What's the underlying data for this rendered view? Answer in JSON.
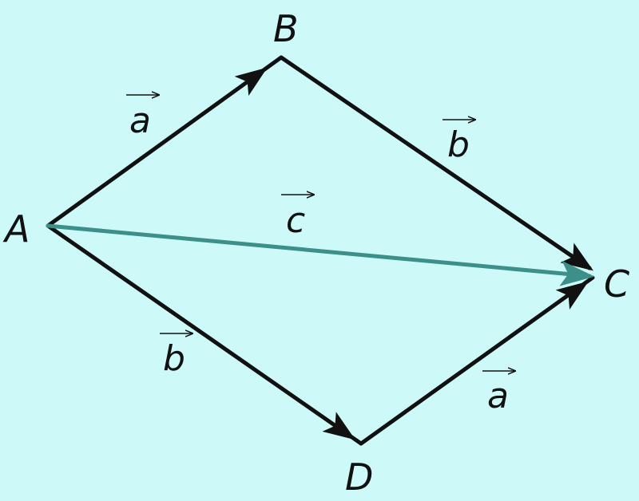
{
  "diagram": {
    "points": {
      "A": "A",
      "B": "B",
      "C": "C",
      "D": "D"
    },
    "vectors": {
      "ab": "a",
      "bc": "b",
      "ad": "b",
      "dc": "a",
      "ac": "c"
    },
    "colors": {
      "background": "#cdfaf8",
      "edge": "#111111",
      "resultant": "#3d8f89"
    }
  }
}
